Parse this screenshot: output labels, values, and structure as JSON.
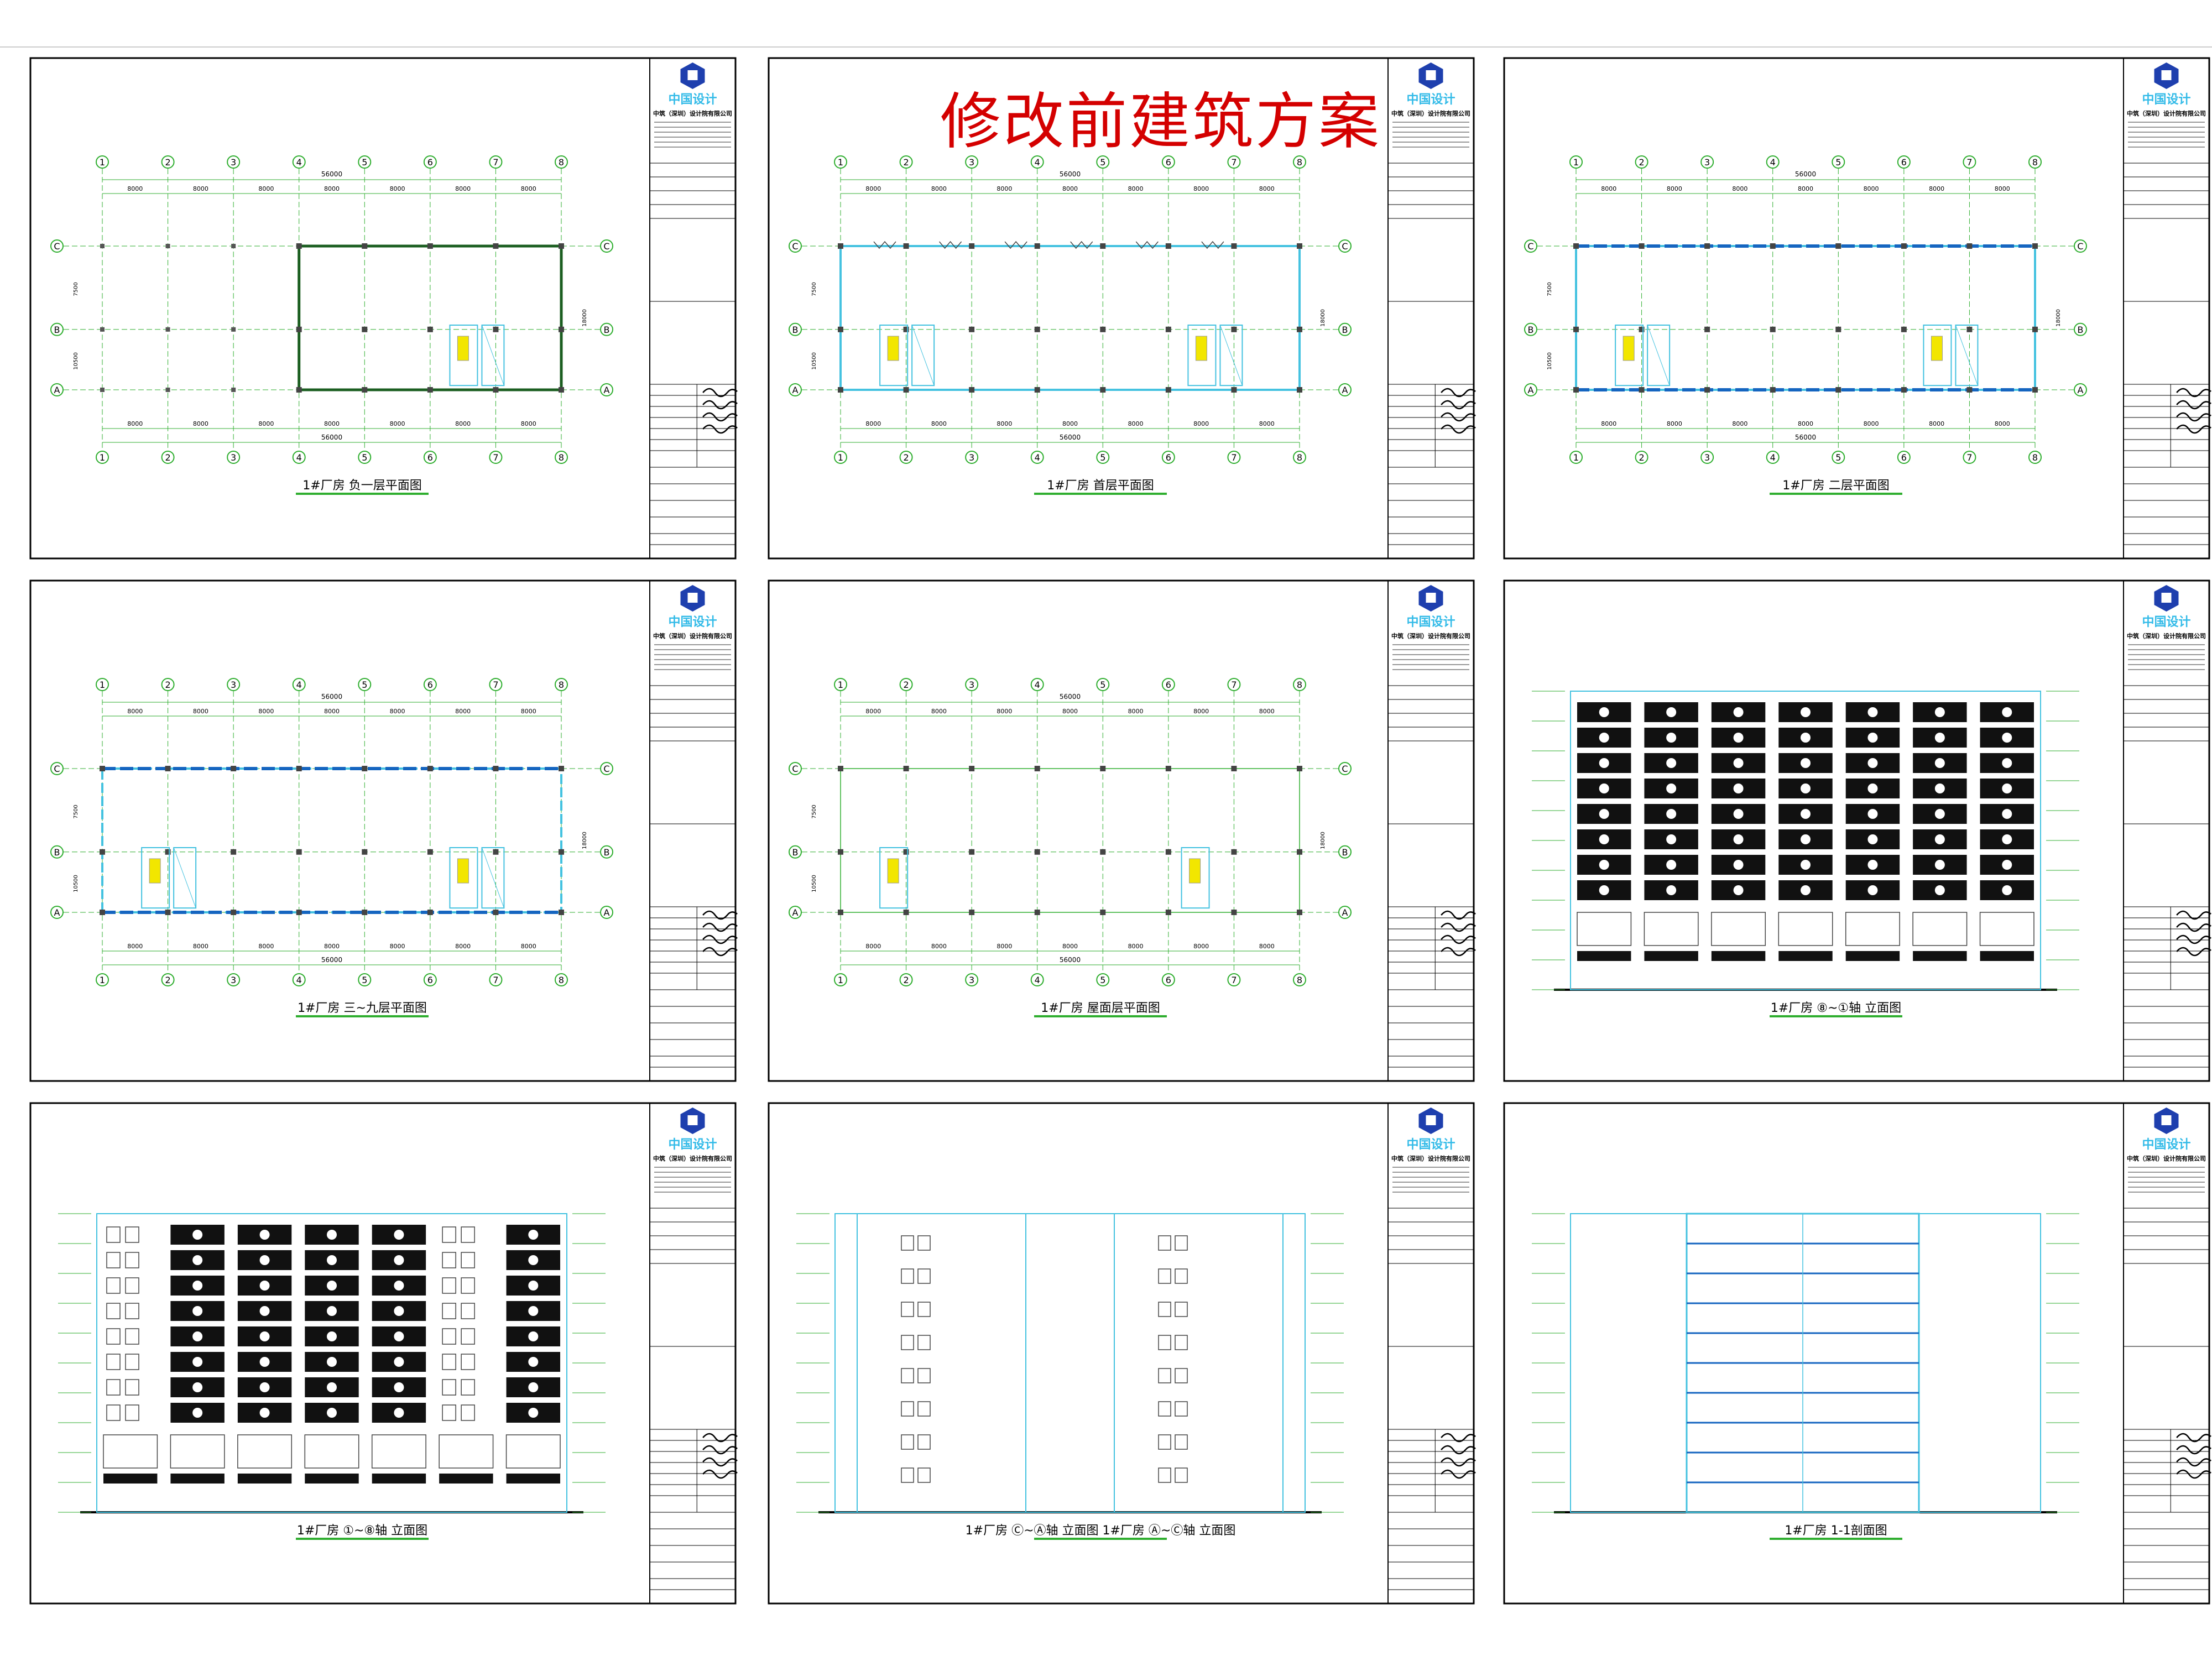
{
  "overlay_title": "修改前建筑方案",
  "brand": {
    "logo_text": "中国设计",
    "company": "中筑（深圳）设计院有限公司",
    "accent": "#1e3fae",
    "logo_color": "#33bbe8"
  },
  "colors": {
    "frame": "#000000",
    "grid_line": "#2fae2f",
    "dim_line": "#2fae2f",
    "wall": "#44c2e0",
    "wall_dark": "#1565c0",
    "stair": "#f2e600",
    "axis_bubble": "#2fae2f"
  },
  "axes": {
    "columns": [
      "1",
      "2",
      "3",
      "4",
      "5",
      "6",
      "7",
      "8"
    ],
    "rows": [
      "A",
      "B",
      "C"
    ],
    "bay": "8000",
    "total": "56000",
    "row_dims": [
      "7500",
      "10500"
    ],
    "total_depth": "18000"
  },
  "sheets": [
    {
      "caption": "1#厂房 负一层平面图",
      "kind": "plan",
      "variant": "basement"
    },
    {
      "caption": "1#厂房 首层平面图",
      "kind": "plan",
      "variant": "ground"
    },
    {
      "caption": "1#厂房 二层平面图",
      "kind": "plan",
      "variant": "second"
    },
    {
      "caption": "1#厂房 三~九层平面图",
      "kind": "plan",
      "variant": "typical"
    },
    {
      "caption": "1#厂房 屋面层平面图",
      "kind": "plan",
      "variant": "roof"
    },
    {
      "caption": "1#厂房 ⑧~①轴 立面图",
      "kind": "elevation",
      "variant": "rear"
    },
    {
      "caption": "1#厂房 ①~⑧轴 立面图",
      "kind": "elevation",
      "variant": "front"
    },
    {
      "caption": "1#厂房 Ⓒ~Ⓐ轴 立面图    1#厂房 Ⓐ~Ⓒ轴 立面图",
      "kind": "side",
      "variant": "side"
    },
    {
      "caption": "1#厂房 1-1剖面图",
      "kind": "section",
      "variant": "section"
    }
  ]
}
